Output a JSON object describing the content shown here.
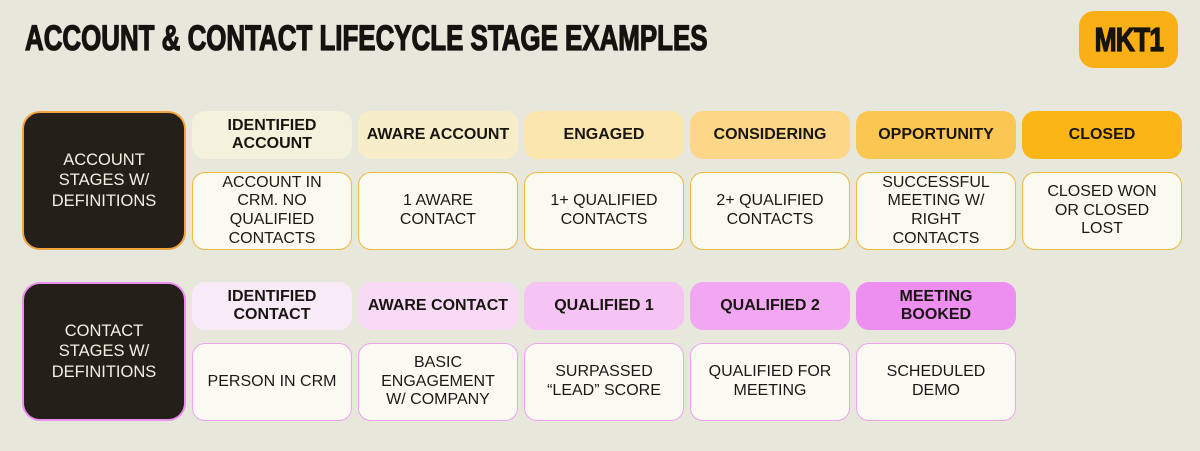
{
  "page": {
    "title": "ACCOUNT & CONTACT LIFECYCLE STAGE EXAMPLES",
    "background": "#e7e8db"
  },
  "logo": {
    "text": "MKT1",
    "bg": "#f9b017"
  },
  "rows": [
    {
      "label": "ACCOUNT STAGES W/ DEFINITIONS",
      "card_bg": "#251f1a",
      "card_border": "#f2a33f",
      "def_bg": "#fbfaf0",
      "def_border": "#efb83f",
      "stages": [
        {
          "name": "IDENTIFIED ACCOUNT",
          "definition": "ACCOUNT IN CRM. NO QUALIFIED CONTACTS",
          "color": "#f4f1dc"
        },
        {
          "name": "AWARE ACCOUNT",
          "definition": "1 AWARE CONTACT",
          "color": "#f8edc9"
        },
        {
          "name": "ENGAGED",
          "definition": "1+ QUALIFIED CONTACTS",
          "color": "#fbe6ae"
        },
        {
          "name": "CONSIDERING",
          "definition": "2+ QUALIFIED CONTACTS",
          "color": "#fdd688"
        },
        {
          "name": "OPPORTUNITY",
          "definition": "SUCCESSFUL MEETING W/ RIGHT CONTACTS",
          "color": "#fcc653"
        },
        {
          "name": "CLOSED",
          "definition": "CLOSED WON OR CLOSED LOST",
          "color": "#fbb616"
        }
      ]
    },
    {
      "label": "CONTACT STAGES W/ DEFINITIONS",
      "card_bg": "#251f1a",
      "card_border": "#ee8df2",
      "def_bg": "#fbfaf3",
      "def_border": "#efa3ef",
      "stages": [
        {
          "name": "IDENTIFIED CONTACT",
          "definition": "PERSON IN CRM",
          "color": "#f9eaf8"
        },
        {
          "name": "AWARE CONTACT",
          "definition": "BASIC ENGAGEMENT W/ COMPANY",
          "color": "#f8daf6"
        },
        {
          "name": "QUALIFIED 1",
          "definition": "SURPASSED “LEAD” SCORE",
          "color": "#f6c4f4"
        },
        {
          "name": "QUALIFIED 2",
          "definition": "QUALIFIED FOR MEETING",
          "color": "#f2a7f3"
        },
        {
          "name": "MEETING BOOKED",
          "definition": "SCHEDULED DEMO",
          "color": "#ec8ff1"
        }
      ]
    }
  ]
}
